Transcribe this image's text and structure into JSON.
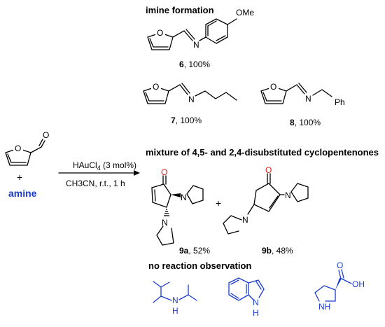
{
  "sections": {
    "imine_title": "imine formation",
    "mixture_title": "mixture of 4,5- and 2,4-disubstituted cyclopentenones",
    "no_reaction_title": "no reaction observation"
  },
  "reaction": {
    "plus": "+",
    "amine": "amine",
    "catalyst_main": "HAuCl",
    "catalyst_sub": "4",
    "catalyst_rest": " (3 mol%)",
    "conditions": "CH3CN, r.t., 1 h",
    "product_plus": "+"
  },
  "atoms": {
    "O": "O",
    "N": "N",
    "H": "H",
    "OMe": "OMe",
    "Ph": "Ph",
    "OH": "OH"
  },
  "compounds": {
    "c6": {
      "num": "6",
      "yield": ", 100%"
    },
    "c7": {
      "num": "7",
      "yield": ", 100%"
    },
    "c8": {
      "num": "8",
      "yield": ", 100%"
    },
    "c9a": {
      "num": "9a",
      "yield": ", 52%"
    },
    "c9b": {
      "num": "9b",
      "yield": ", 48%"
    }
  },
  "colors": {
    "amine_blue": "#1a3ccf",
    "oxygen_red": "#e0201b",
    "bond_black": "#000000"
  }
}
